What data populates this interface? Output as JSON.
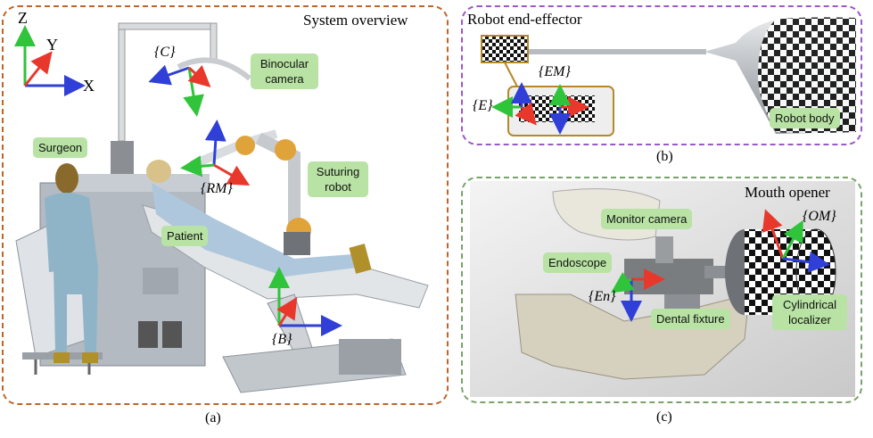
{
  "panel_a": {
    "title": "System overview",
    "caption": "(a)",
    "axes": {
      "x": "X",
      "y": "Y",
      "z": "Z"
    },
    "frames": {
      "camera": "{C}",
      "robot_mount": "{RM}",
      "base": "{B}"
    },
    "labels": {
      "surgeon": "Surgeon",
      "patient": "Patient",
      "binocular_camera": "Binocular camera",
      "suturing_robot": "Suturing robot"
    }
  },
  "panel_b": {
    "title": "Robot end-effector",
    "caption": "(b)",
    "frames": {
      "end_effector": "{E}",
      "end_marker": "{EM}"
    },
    "labels": {
      "robot_body": "Robot body"
    }
  },
  "panel_c": {
    "title": "Mouth opener",
    "caption": "(c)",
    "frames": {
      "endoscope": "{En}",
      "opener_marker": "{OM}"
    },
    "labels": {
      "monitor_camera": "Monitor camera",
      "endoscope": "Endoscope",
      "dental_fixture": "Dental fixture",
      "cylindrical_localizer": "Cylindrical localizer"
    }
  },
  "colors": {
    "x_axis": "#2f3fd8",
    "y_axis": "#2fc43a",
    "z_axis": "#e8382c",
    "panel_a_border": "#c0652a",
    "panel_b_border": "#9b59c6",
    "panel_c_border": "#79a36a",
    "label_bg": "#b8e3a4"
  }
}
